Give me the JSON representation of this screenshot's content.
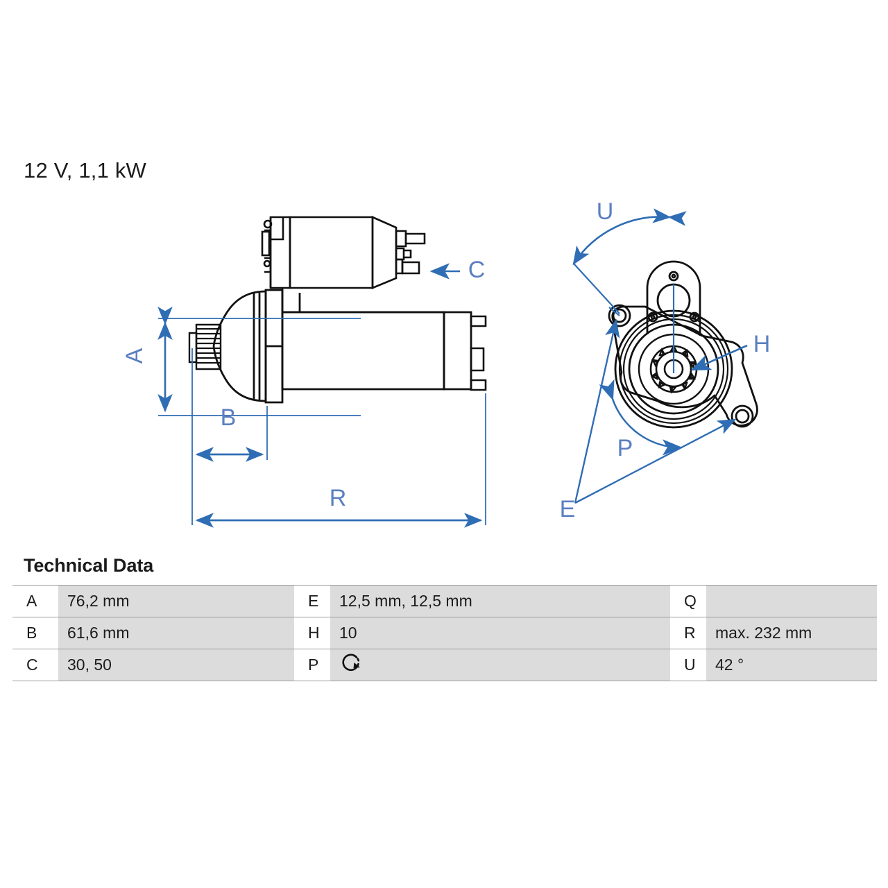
{
  "spec": {
    "title": "12 V, 1,1 kW"
  },
  "colors": {
    "dimension_blue": "#2f6db4",
    "label_blue": "#5b7fc0",
    "line_black": "#111111",
    "cell_gray": "#dcdcdc",
    "rule_gray": "#9a9a9a"
  },
  "drawing": {
    "side_view": {
      "name": "starter-motor-side-view",
      "dimension_labels": [
        {
          "id": "A",
          "label": "A",
          "orientation": "vertical",
          "measures": "overall-height"
        },
        {
          "id": "B",
          "label": "B",
          "orientation": "horizontal",
          "measures": "pinion-to-flange-length"
        },
        {
          "id": "R",
          "label": "R",
          "orientation": "horizontal",
          "measures": "overall-length"
        },
        {
          "id": "C",
          "label": "C",
          "orientation": "callout-arrow",
          "measures": "solenoid-terminals"
        }
      ]
    },
    "end_view": {
      "name": "starter-motor-end-view",
      "dimension_labels": [
        {
          "id": "U",
          "label": "U",
          "orientation": "arc",
          "measures": "mounting-flange-angle"
        },
        {
          "id": "H",
          "label": "H",
          "orientation": "callout-arrow",
          "measures": "pinion-teeth-count"
        },
        {
          "id": "P",
          "label": "P",
          "orientation": "arc",
          "measures": "rotation-direction"
        },
        {
          "id": "E",
          "label": "E",
          "orientation": "leader-lines",
          "measures": "mounting-hole-diameters"
        }
      ],
      "pinion_teeth": 10,
      "mounting_holes": 2
    }
  },
  "technical_data": {
    "heading": "Technical Data",
    "rows": [
      {
        "k1": "A",
        "v1": "76,2 mm",
        "k2": "E",
        "v2": "12,5 mm, 12,5 mm",
        "k3": "Q",
        "v3": ""
      },
      {
        "k1": "B",
        "v1": "61,6 mm",
        "k2": "H",
        "v2": "10",
        "k3": "R",
        "v3": "max. 232 mm"
      },
      {
        "k1": "C",
        "v1": "30, 50",
        "k2": "P",
        "v2": "",
        "k3": "U",
        "v3": "42 °"
      }
    ],
    "p_value_icon": "rotation-clockwise-icon"
  }
}
